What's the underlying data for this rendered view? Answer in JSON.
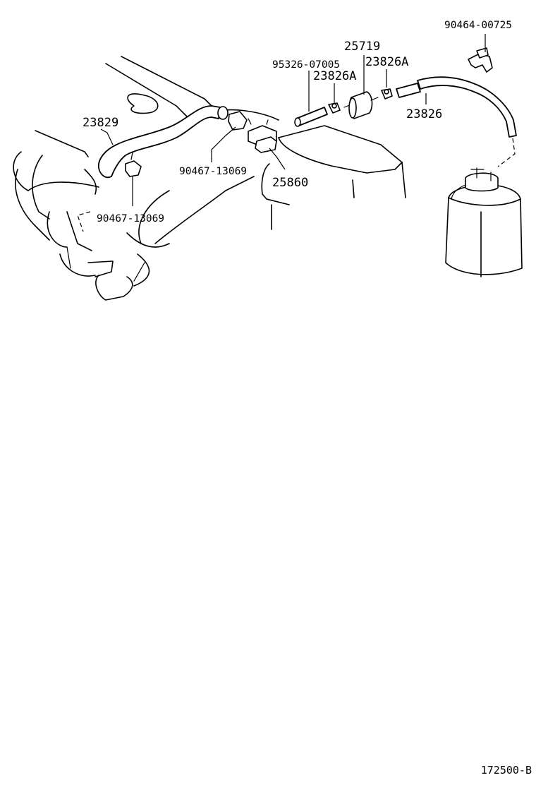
{
  "labels": {
    "p90464_00725": "90464-00725",
    "p25719": "25719",
    "p95326_07005": "95326-07005",
    "p23826A_left": "23826A",
    "p23826A_right": "23826A",
    "p23829": "23829",
    "p23826": "23826",
    "p90467_13069_upper": "90467-13069",
    "p25860": "25860",
    "p90467_13069_lower": "90467-13069"
  },
  "figure_ref": "172500-B"
}
